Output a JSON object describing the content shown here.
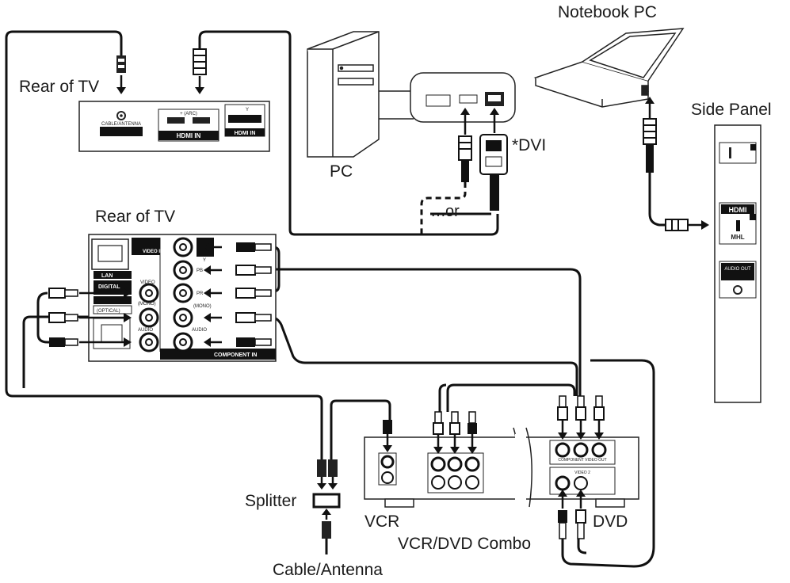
{
  "labels": {
    "rear_tv_top": "Rear of TV",
    "rear_tv_mid": "Rear of TV",
    "pc": "PC",
    "notebook_pc": "Notebook PC",
    "side_panel": "Side Panel",
    "dvi": "*DVI",
    "or": "or",
    "splitter": "Splitter",
    "cable_antenna": "Cable/Antenna",
    "vcr": "VCR",
    "dvd": "DVD",
    "combo": "VCR/DVD Combo"
  },
  "panel_text": {
    "cable_antenna_port": "CABLE/ANTENNA",
    "arc": "+ (ARC)",
    "hdmi_in": "HDMI IN",
    "lan": "LAN",
    "digital_audio_out": "DIGITAL",
    "optical": "(OPTICAL)",
    "video_in_header": "VIDEO IN",
    "video": "VIDEO",
    "mono": "(MONO)",
    "audio": "AUDIO",
    "y": "Y",
    "pb": "PB",
    "pr": "PR",
    "component_in": "COMPONENT IN",
    "audio_out": "AUDIO OUT",
    "mhl": "MHL",
    "hdmi_side": "HDMI",
    "component_video_out": "COMPONENT VIDEO OUT",
    "video2": "VIDEO 2"
  }
}
